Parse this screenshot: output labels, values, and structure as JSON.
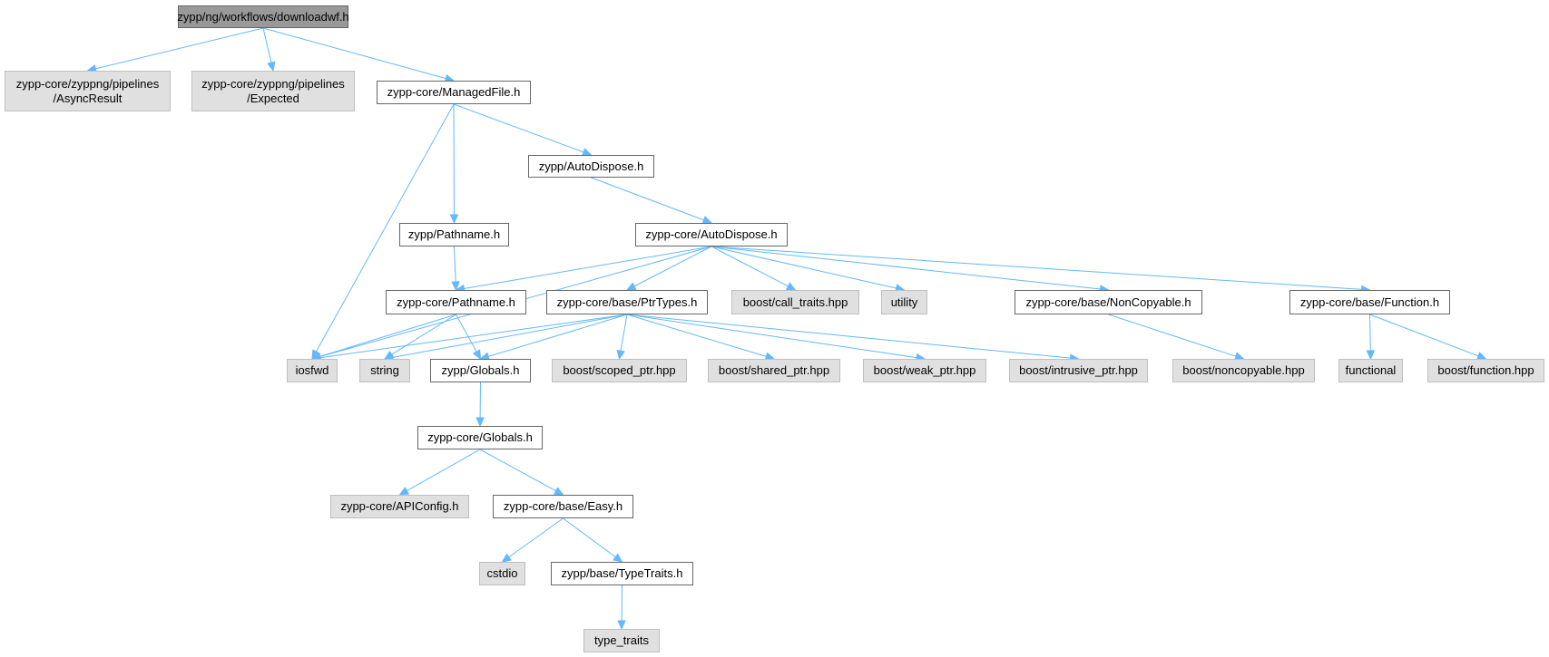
{
  "graph": {
    "colors": {
      "edge": "#63b8ff",
      "root_fill": "#999999",
      "system_fill": "#e0e0e0",
      "node_fill": "#ffffff"
    },
    "nodes": [
      {
        "id": "downloadwf",
        "label": "zypp/ng/workflows/downloadwf.h",
        "kind": "root"
      },
      {
        "id": "asyncresult",
        "label": "zypp-core/zyppng/pipelines\n/AsyncResult",
        "kind": "system"
      },
      {
        "id": "expected",
        "label": "zypp-core/zyppng/pipelines\n/Expected",
        "kind": "system"
      },
      {
        "id": "managedfile",
        "label": "zypp-core/ManagedFile.h",
        "kind": "file"
      },
      {
        "id": "autodispose_zypp",
        "label": "zypp/AutoDispose.h",
        "kind": "file"
      },
      {
        "id": "pathname_zypp",
        "label": "zypp/Pathname.h",
        "kind": "file"
      },
      {
        "id": "autodispose_core",
        "label": "zypp-core/AutoDispose.h",
        "kind": "file"
      },
      {
        "id": "pathname_core",
        "label": "zypp-core/Pathname.h",
        "kind": "file"
      },
      {
        "id": "ptrtypes",
        "label": "zypp-core/base/PtrTypes.h",
        "kind": "file"
      },
      {
        "id": "call_traits",
        "label": "boost/call_traits.hpp",
        "kind": "system"
      },
      {
        "id": "utility",
        "label": "utility",
        "kind": "system"
      },
      {
        "id": "noncopyable_h",
        "label": "zypp-core/base/NonCopyable.h",
        "kind": "file"
      },
      {
        "id": "function_h",
        "label": "zypp-core/base/Function.h",
        "kind": "file"
      },
      {
        "id": "iosfwd",
        "label": "iosfwd",
        "kind": "system"
      },
      {
        "id": "string",
        "label": "string",
        "kind": "system"
      },
      {
        "id": "globals_zypp",
        "label": "zypp/Globals.h",
        "kind": "file"
      },
      {
        "id": "scoped_ptr",
        "label": "boost/scoped_ptr.hpp",
        "kind": "system"
      },
      {
        "id": "shared_ptr",
        "label": "boost/shared_ptr.hpp",
        "kind": "system"
      },
      {
        "id": "weak_ptr",
        "label": "boost/weak_ptr.hpp",
        "kind": "system"
      },
      {
        "id": "intrusive_ptr",
        "label": "boost/intrusive_ptr.hpp",
        "kind": "system"
      },
      {
        "id": "noncopyable_hpp",
        "label": "boost/noncopyable.hpp",
        "kind": "system"
      },
      {
        "id": "functional",
        "label": "functional",
        "kind": "system"
      },
      {
        "id": "function_hpp",
        "label": "boost/function.hpp",
        "kind": "system"
      },
      {
        "id": "globals_core",
        "label": "zypp-core/Globals.h",
        "kind": "file"
      },
      {
        "id": "apiconfig",
        "label": "zypp-core/APIConfig.h",
        "kind": "system"
      },
      {
        "id": "easy",
        "label": "zypp-core/base/Easy.h",
        "kind": "file"
      },
      {
        "id": "cstdio",
        "label": "cstdio",
        "kind": "system"
      },
      {
        "id": "typetraits_h",
        "label": "zypp/base/TypeTraits.h",
        "kind": "file"
      },
      {
        "id": "type_traits",
        "label": "type_traits",
        "kind": "system"
      }
    ],
    "edges": [
      [
        "downloadwf",
        "asyncresult"
      ],
      [
        "downloadwf",
        "expected"
      ],
      [
        "downloadwf",
        "managedfile"
      ],
      [
        "managedfile",
        "iosfwd"
      ],
      [
        "managedfile",
        "pathname_zypp"
      ],
      [
        "managedfile",
        "autodispose_zypp"
      ],
      [
        "autodispose_zypp",
        "autodispose_core"
      ],
      [
        "pathname_zypp",
        "pathname_core"
      ],
      [
        "autodispose_core",
        "iosfwd"
      ],
      [
        "autodispose_core",
        "pathname_core"
      ],
      [
        "autodispose_core",
        "ptrtypes"
      ],
      [
        "autodispose_core",
        "call_traits"
      ],
      [
        "autodispose_core",
        "utility"
      ],
      [
        "autodispose_core",
        "noncopyable_h"
      ],
      [
        "autodispose_core",
        "function_h"
      ],
      [
        "pathname_core",
        "iosfwd"
      ],
      [
        "pathname_core",
        "string"
      ],
      [
        "pathname_core",
        "globals_zypp"
      ],
      [
        "ptrtypes",
        "iosfwd"
      ],
      [
        "ptrtypes",
        "string"
      ],
      [
        "ptrtypes",
        "globals_zypp"
      ],
      [
        "ptrtypes",
        "scoped_ptr"
      ],
      [
        "ptrtypes",
        "shared_ptr"
      ],
      [
        "ptrtypes",
        "weak_ptr"
      ],
      [
        "ptrtypes",
        "intrusive_ptr"
      ],
      [
        "noncopyable_h",
        "noncopyable_hpp"
      ],
      [
        "function_h",
        "functional"
      ],
      [
        "function_h",
        "function_hpp"
      ],
      [
        "globals_zypp",
        "globals_core"
      ],
      [
        "globals_core",
        "apiconfig"
      ],
      [
        "globals_core",
        "easy"
      ],
      [
        "easy",
        "cstdio"
      ],
      [
        "easy",
        "typetraits_h"
      ],
      [
        "typetraits_h",
        "type_traits"
      ]
    ]
  }
}
